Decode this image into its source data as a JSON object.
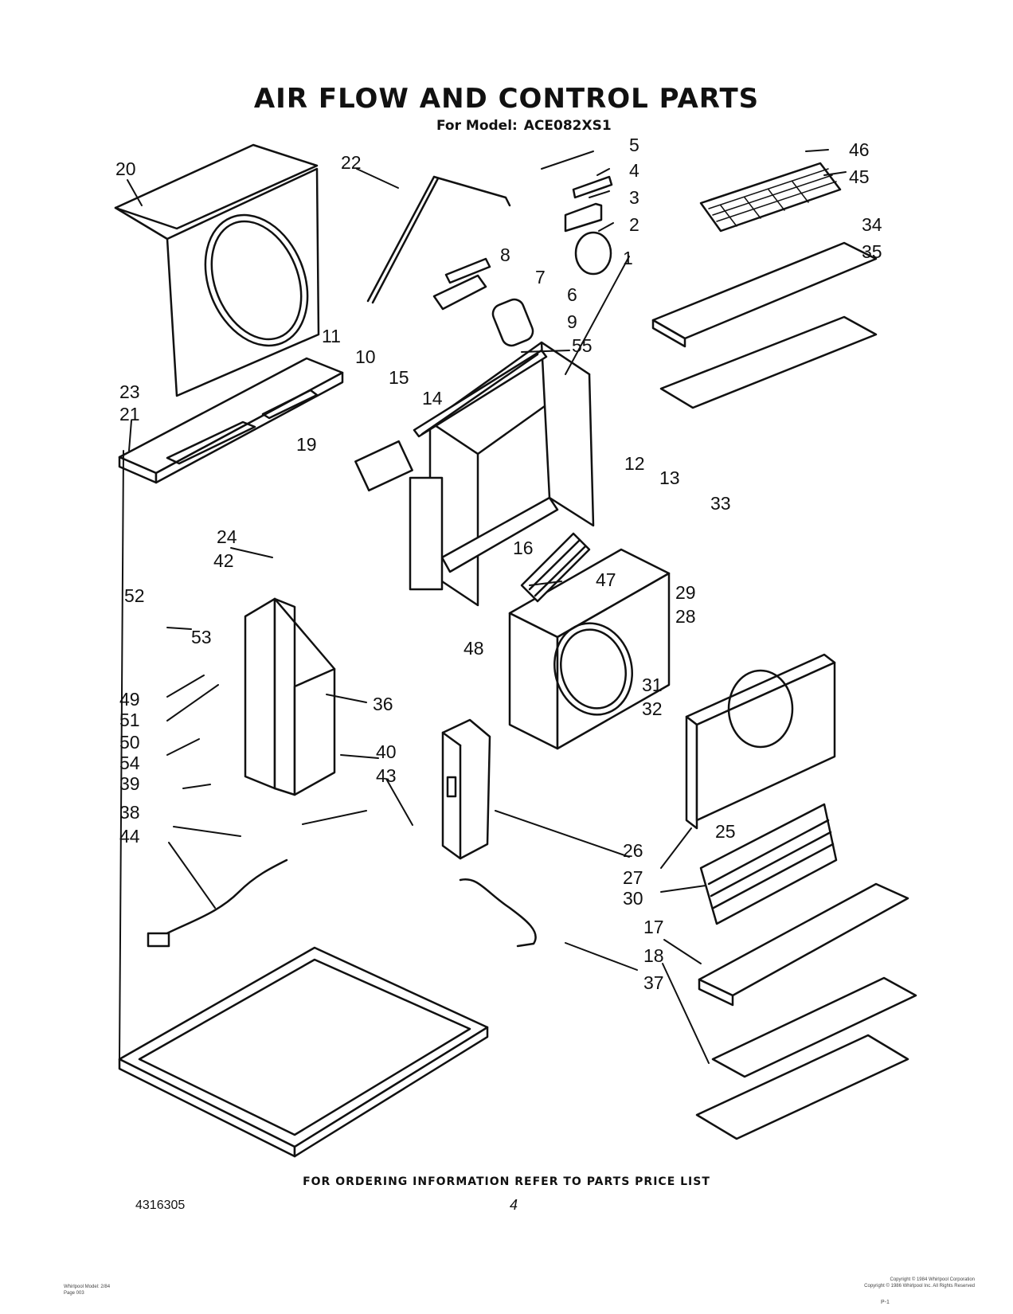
{
  "title": "AIR FLOW AND CONTROL PARTS",
  "subtitle_prefix": "For Model:",
  "model": "ACE082XS1",
  "ordering_note": "FOR ORDERING INFORMATION REFER TO PARTS PRICE LIST",
  "document_number": "4316305",
  "page_number": "4",
  "fine_print_left": [
    "Whirlpool Model: 2/84",
    "Page 003"
  ],
  "fine_print_right": [
    "Copyright © 1984 Whirlpool Corporation",
    "Copyright © 1986 Whirlpool Inc. All Rights Reserved"
  ],
  "corner_mark": "P-1",
  "callouts": [
    "1",
    "2",
    "3",
    "4",
    "5",
    "6",
    "7",
    "8",
    "9",
    "10",
    "11",
    "12",
    "13",
    "14",
    "15",
    "16",
    "17",
    "18",
    "19",
    "20",
    "21",
    "22",
    "23",
    "24",
    "25",
    "26",
    "27",
    "28",
    "29",
    "30",
    "31",
    "32",
    "33",
    "34",
    "35",
    "36",
    "37",
    "38",
    "39",
    "40",
    "42",
    "43",
    "44",
    "45",
    "46",
    "47",
    "48",
    "49",
    "50",
    "51",
    "52",
    "53",
    "54",
    "55"
  ]
}
